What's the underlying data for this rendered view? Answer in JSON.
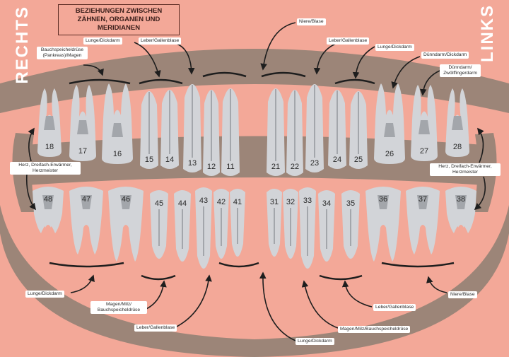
{
  "side_labels": {
    "right": "RECHTS",
    "left": "LINKS"
  },
  "title": "BEZIEHUNGEN ZWISCHEN ZÄHNEN, ORGANEN UND MERIDIANEN",
  "upper_teeth": [
    "18",
    "17",
    "16",
    "15",
    "14",
    "13",
    "12",
    "11",
    "21",
    "22",
    "23",
    "24",
    "25",
    "26",
    "27",
    "28"
  ],
  "lower_teeth": [
    "48",
    "47",
    "46",
    "45",
    "44",
    "43",
    "42",
    "41",
    "31",
    "32",
    "33",
    "34",
    "35",
    "36",
    "37",
    "38"
  ],
  "labels": {
    "pancreas_stomach_upper": "Bauchspeicheldrüse (Pankreas)/Magen",
    "lung_colon_upper_right": "Lunge/Dickdarm",
    "liver_gall_upper_right": "Leber/Gallenblase",
    "kidney_bladder_upper": "Niere/Blase",
    "liver_gall_upper_left": "Leber/Gallenblase",
    "lung_colon_upper_left": "Lunge/Dickdarm",
    "small_int_colon_upper": "Dünndarm/Dickdarm",
    "small_int_duodenum": "Dünndarm/ Zwölffingerdarm",
    "heart_right": "Herz, Dreifach-Erwärmer, Herzmeister",
    "heart_left": "Herz, Dreifach-Erwärmer, Herzmeister",
    "lung_colon_lower_right": "Lunge/Dickdarm",
    "stomach_spleen_lower_right": "Magen/Milz/ Bauchspeicheldrüse",
    "liver_gall_lower_right": "Leber/Gallenblase",
    "lung_colon_lower_center": "Lunge/Dickdarm",
    "stomach_spleen_lower_left": "Magen/Milz/Bauchspeicheldrüse",
    "liver_gall_lower_left": "Leber/Gallenblase",
    "kidney_bladder_lower": "Niere/Blase"
  },
  "colors": {
    "background": "#f3a898",
    "jaw": "#9c8578",
    "tooth": "#d2d4d8",
    "pulp": "#a3a6ab",
    "arrow": "#1e1e1e"
  }
}
